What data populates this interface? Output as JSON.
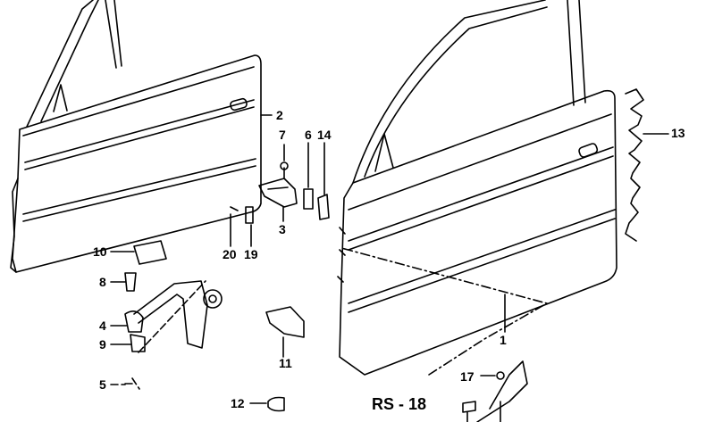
{
  "diagram": {
    "title": "RS - 18",
    "ink_color": "#000000",
    "background": "#ffffff",
    "callouts": [
      {
        "id": "1",
        "text": "1",
        "part": "front-door-right"
      },
      {
        "id": "2",
        "text": "2",
        "part": "front-door-left"
      },
      {
        "id": "3",
        "text": "3",
        "part": "upper-hinge"
      },
      {
        "id": "4",
        "text": "4",
        "part": "door-check-strap"
      },
      {
        "id": "5",
        "text": "5",
        "part": "screw"
      },
      {
        "id": "6",
        "text": "6",
        "part": "shim-plate"
      },
      {
        "id": "7",
        "text": "7",
        "part": "nut"
      },
      {
        "id": "8",
        "text": "8",
        "part": "bolt"
      },
      {
        "id": "9",
        "text": "9",
        "part": "clip"
      },
      {
        "id": "10",
        "text": "10",
        "part": "foam-block"
      },
      {
        "id": "11",
        "text": "11",
        "part": "lower-hinge"
      },
      {
        "id": "12",
        "text": "12",
        "part": "grommet"
      },
      {
        "id": "13",
        "text": "13",
        "part": "wire-harness-holder"
      },
      {
        "id": "14",
        "text": "14",
        "part": "plate"
      },
      {
        "id": "17",
        "text": "17",
        "part": "nut-small"
      },
      {
        "id": "19",
        "text": "19",
        "part": "plate-small"
      },
      {
        "id": "20",
        "text": "20",
        "part": "pin"
      }
    ]
  }
}
